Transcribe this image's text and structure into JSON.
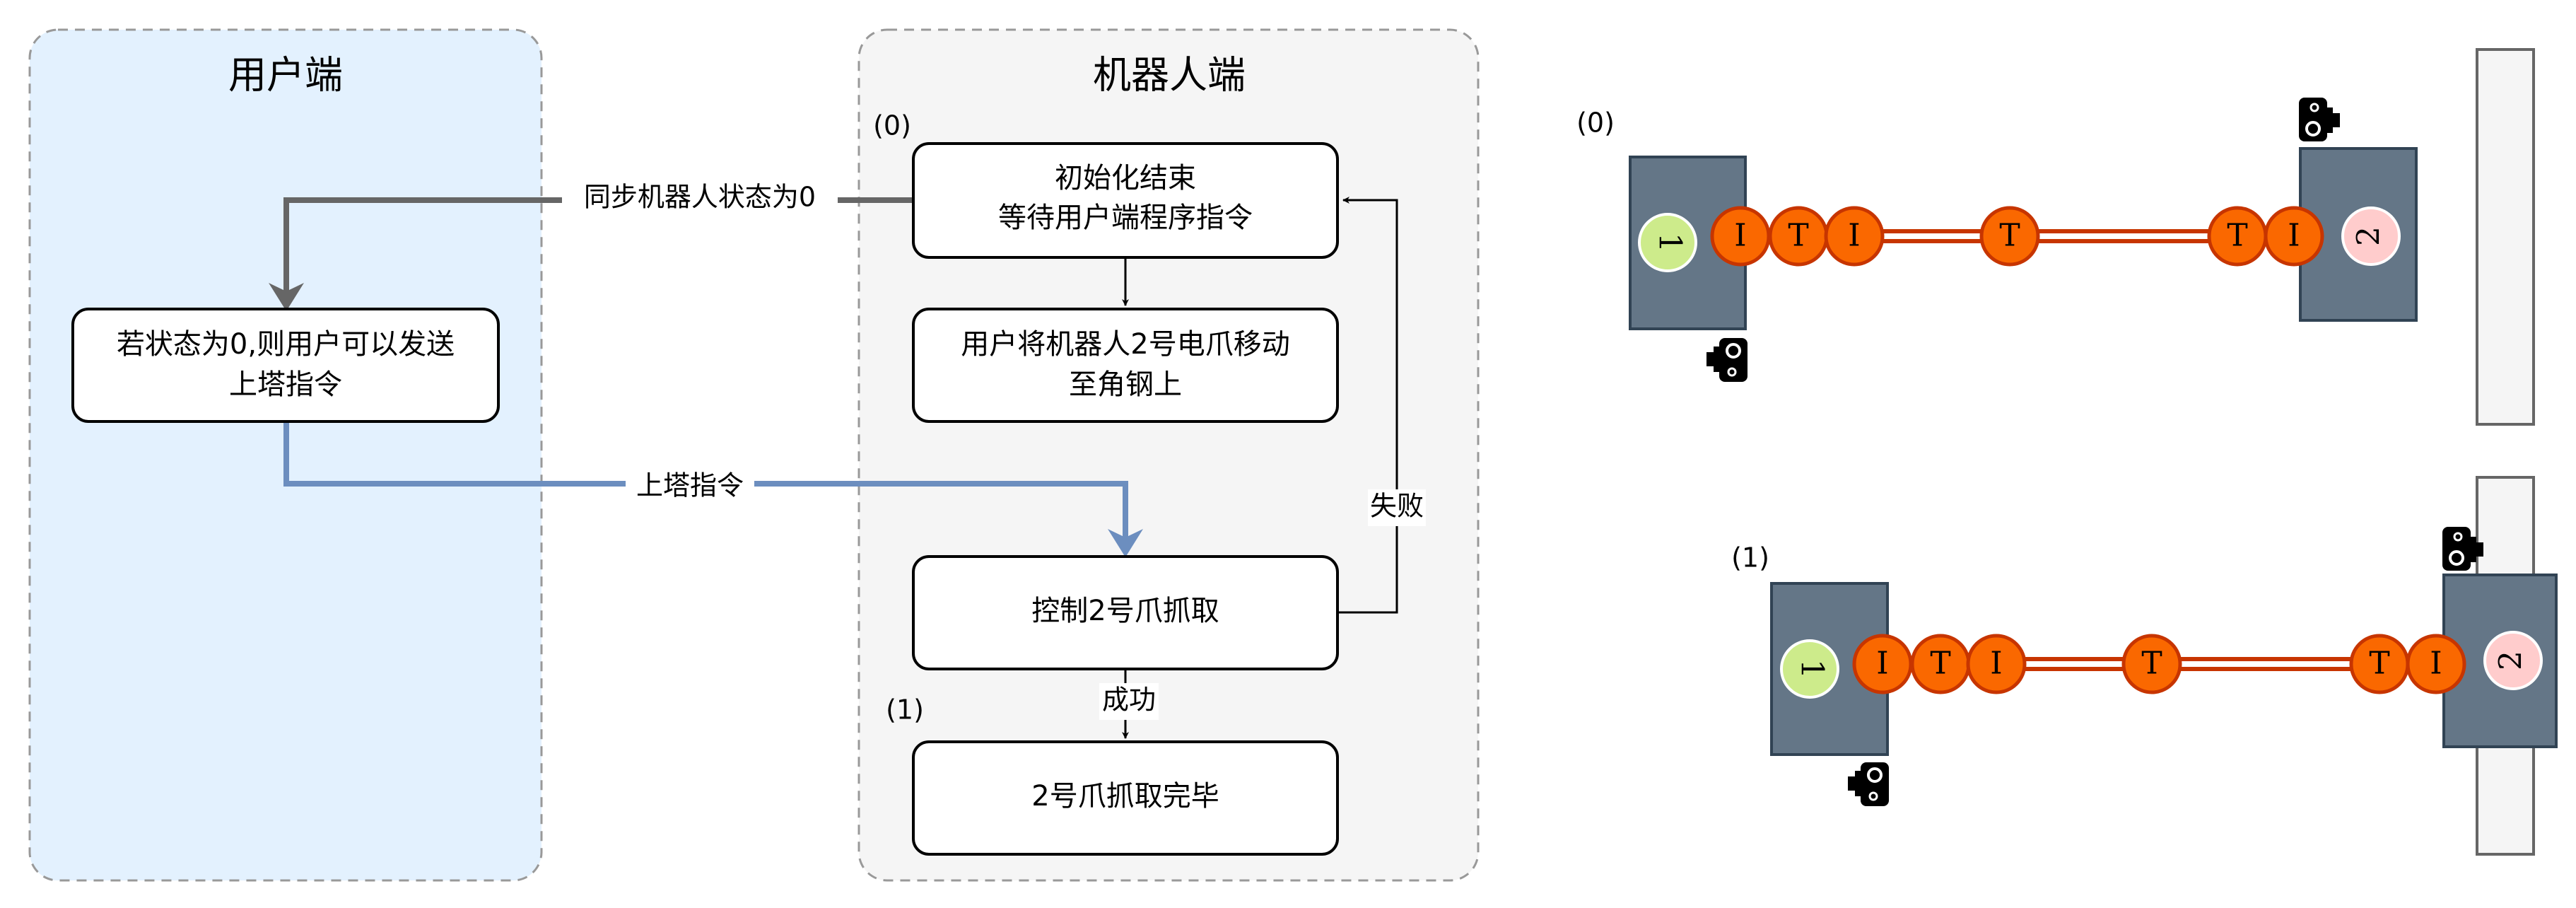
{
  "lanes": {
    "user": {
      "title": "用户端"
    },
    "robot": {
      "title": "机器人端"
    }
  },
  "flow": {
    "state0_label": "(0)",
    "state1_label": "(1)",
    "box_init": {
      "line1": "初始化结束",
      "line2": "等待用户端程序指令"
    },
    "box_move": {
      "line1": "用户将机器人2号电爪移动",
      "line2": "至角钢上"
    },
    "box_grab": {
      "line1": "控制2号爪抓取"
    },
    "box_done": {
      "line1": "2号爪抓取完毕"
    },
    "box_user": {
      "line1": "若状态为0,则用户可以发送",
      "line2": "上塔指令"
    },
    "edge_sync": "同步机器人状态为0",
    "edge_climb": "上塔指令",
    "edge_fail": "失败",
    "edge_success": "成功"
  },
  "robot_views": [
    {
      "label": "(0)",
      "left_gripper": "1",
      "right_gripper": "2",
      "joints": [
        "I",
        "T",
        "I",
        "T",
        "T",
        "I"
      ]
    },
    {
      "label": "(1)",
      "left_gripper": "1",
      "right_gripper": "2",
      "joints": [
        "I",
        "T",
        "I",
        "T",
        "T",
        "I"
      ]
    }
  ],
  "colors": {
    "user_lane": "#e3f1fe",
    "robot_lane": "#f5f5f5",
    "sync_edge": "#666666",
    "climb_edge": "#6c8ebf",
    "joint_fill": "#fa6800",
    "joint_stroke": "#c73500",
    "block": "#647687",
    "gripper1": "#cdeb8b",
    "gripper2": "#ffcccc"
  }
}
